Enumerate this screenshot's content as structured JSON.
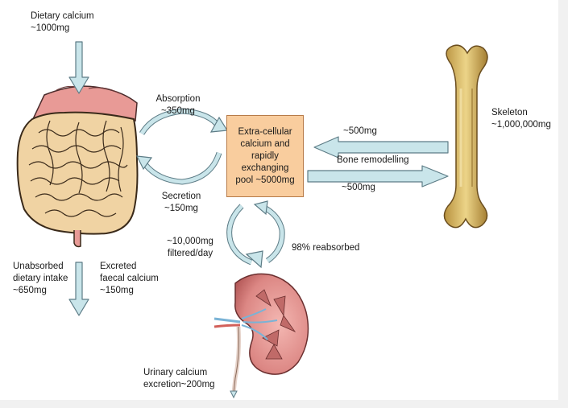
{
  "diet": {
    "title": "Dietary calcium",
    "amount": "~1000mg"
  },
  "absorption": {
    "title": "Absorption",
    "amount": "~350mg"
  },
  "secretion": {
    "title": "Secretion",
    "amount": "~150mg"
  },
  "pool": {
    "text": "Extra-cellular\ncalcium and\nrapidly\nexchanging\npool ~5000mg"
  },
  "bone_in": "~500mg",
  "bone_remodelling": "Bone remodelling",
  "bone_out": "~500mg",
  "skeleton": {
    "title": "Skeleton",
    "amount": "~1,000,000mg"
  },
  "filtered": {
    "line1": "~10,000mg",
    "line2": "filtered/day"
  },
  "reabsorbed": "98% reabsorbed",
  "unabsorbed": {
    "line1": "Unabsorbed",
    "line2": "dietary intake",
    "line3": "~650mg"
  },
  "faecal": {
    "line1": "Excreted",
    "line2": "faecal calcium",
    "line3": "~150mg"
  },
  "urinary": {
    "line1": "Urinary calcium",
    "line2": "excretion~200mg"
  },
  "colors": {
    "arrow_fill": "#c9e5ea",
    "arrow_stroke": "#5d7c86",
    "pool_fill": "#f9cd9e",
    "intestine": "#f0d3a3",
    "bone": "#d7b76a",
    "kidney": "#d67d7d"
  },
  "icons": [
    "intestine-illustration",
    "bone-illustration",
    "kidney-illustration"
  ]
}
